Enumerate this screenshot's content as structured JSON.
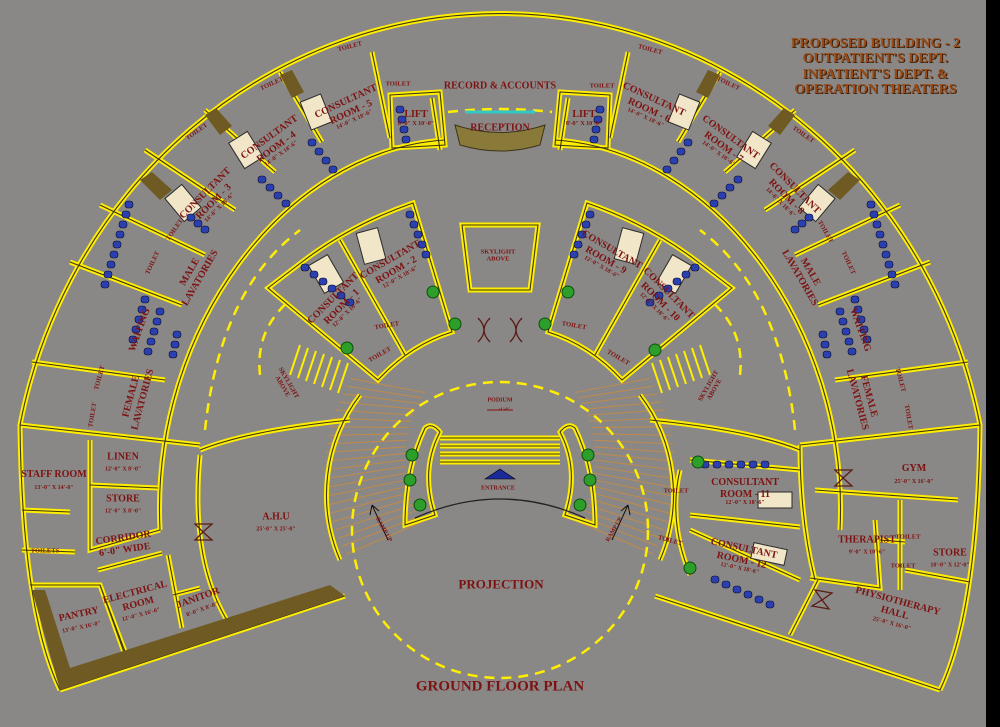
{
  "title_block": [
    "PROPOSED BUILDING - 2",
    "OUTPATIENT'S DEPT.",
    "INPATIENT'S DEPT. &",
    "OPERATION THEATERS"
  ],
  "plan_title": "GROUND FLOOR PLAN",
  "labels": {
    "record_accounts": "RECORD & ACCOUNTS",
    "reception": "RECEPTION",
    "lift": "LIFT",
    "toilet": "TOILET",
    "toilets": "TOILETS",
    "consultant": "CONSULTANT",
    "room_1": "ROOM - 1",
    "room_2": "ROOM - 2",
    "room_3": "ROOM - 3",
    "room_4": "ROOM - 4",
    "room_5": "ROOM - 5",
    "room_6": "ROOM - 6",
    "room_7": "ROOM - 7",
    "room_8": "ROOM - 8",
    "room_9": "ROOM - 9",
    "room_10": "ROOM - 10",
    "room_11": "ROOM - 11",
    "room_12": "ROOM - 12",
    "male": "MALE",
    "female": "FEMALE",
    "lavatories": "LAVATORIES",
    "waiting": "WAITING",
    "staff_room": "STAFF ROOM",
    "linen": "LINEN",
    "store": "STORE",
    "corridor": "CORRIDOR",
    "corridor_width": "6'-0\" WIDE",
    "pantry": "PANTRY",
    "electrical": "ELECTRICAL",
    "room": "ROOM",
    "janitor": "JANITOR",
    "ahu": "A.H.U",
    "gym": "GYM",
    "therapist": "THERAPIST",
    "physiotherapy": "PHYSIOTHERAPY",
    "hall": "HALL",
    "skylight": "SKYLIGHT",
    "above": "ABOVE",
    "podium": "PODIUM",
    "podium_level": "+1'-0\"",
    "entrance": "ENTRANCE",
    "projection": "PROJECTION",
    "ramp_up": "RAMP UP"
  },
  "dims": {
    "lift": "8'-0\" X 10'-0\"",
    "consult_top": "14'-0\" X 18'-6\"",
    "consult_mid": "12'-0\" X 18'-6\"",
    "staff_room": "13'-0\" X 14'-0\"",
    "linen": "12'-0\" X 8'-0\"",
    "store_left": "12'-0\" X 8'-0\"",
    "pantry": "13'-0\" X 16'-0\"",
    "electrical": "12'-0\" X 16'-0\"",
    "janitor": "8'-0\" X 8'-0\"",
    "ahu": "25'-0\" X 25'-0\"",
    "gym": "25'-0\" X 16'-0\"",
    "therapist": "9'-0\" X 10'-6\"",
    "store_right": "10'-0\" X 12'-0\"",
    "physiotherapy": "25'-0\" X 16'-0\""
  },
  "colors": {
    "background": "#8a8886",
    "wall": "#ffee00",
    "label": "#7d1212",
    "seat": "#2a3fb0",
    "bed": "#f1e6c8",
    "plant": "#2e9e2a",
    "timber": "#c08a4a",
    "title": "#9a4a16"
  }
}
